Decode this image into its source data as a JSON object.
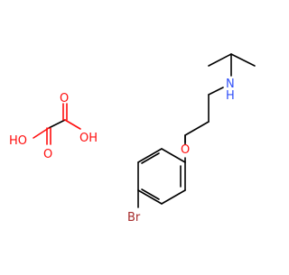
{
  "colors": {
    "carbon": "#000000",
    "oxygen": "#ff0d0d",
    "nitrogen": "#3050f8",
    "bromine": "#a52a2a",
    "background": "#ffffff"
  },
  "molecule": {
    "atom_labels": {
      "nitrogen": "N",
      "nitrogen_h": "H",
      "ether_oxygen": "O",
      "bromine": "Br"
    }
  },
  "oxalic_acid": {
    "labels": {
      "left_oh": "HO",
      "right_oh": "OH",
      "top_o": "O",
      "bottom_o": "O"
    }
  }
}
